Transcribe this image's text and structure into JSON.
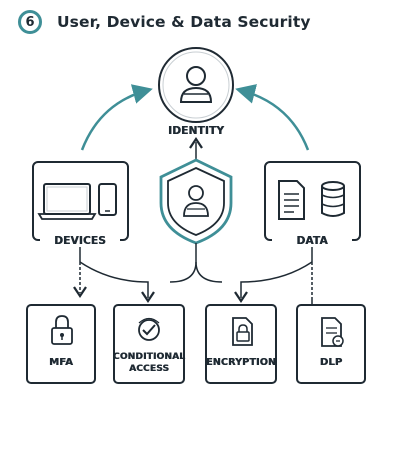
{
  "header": {
    "step_number": "6",
    "title": "User, Device & Data Security"
  },
  "nodes": {
    "identity": "IDENTITY",
    "devices": "DEVICES",
    "data": "DATA"
  },
  "controls": [
    {
      "label": "MFA",
      "icon": "lock-icon"
    },
    {
      "label": "CONDITIONAL ACCESS",
      "icon": "check-shield-icon"
    },
    {
      "label": "ENCRYPTION",
      "icon": "encrypted-file-icon"
    },
    {
      "label": "DLP",
      "icon": "document-icon"
    }
  ],
  "colors": {
    "accent": "#3f8f97",
    "line": "#1f2a33"
  }
}
